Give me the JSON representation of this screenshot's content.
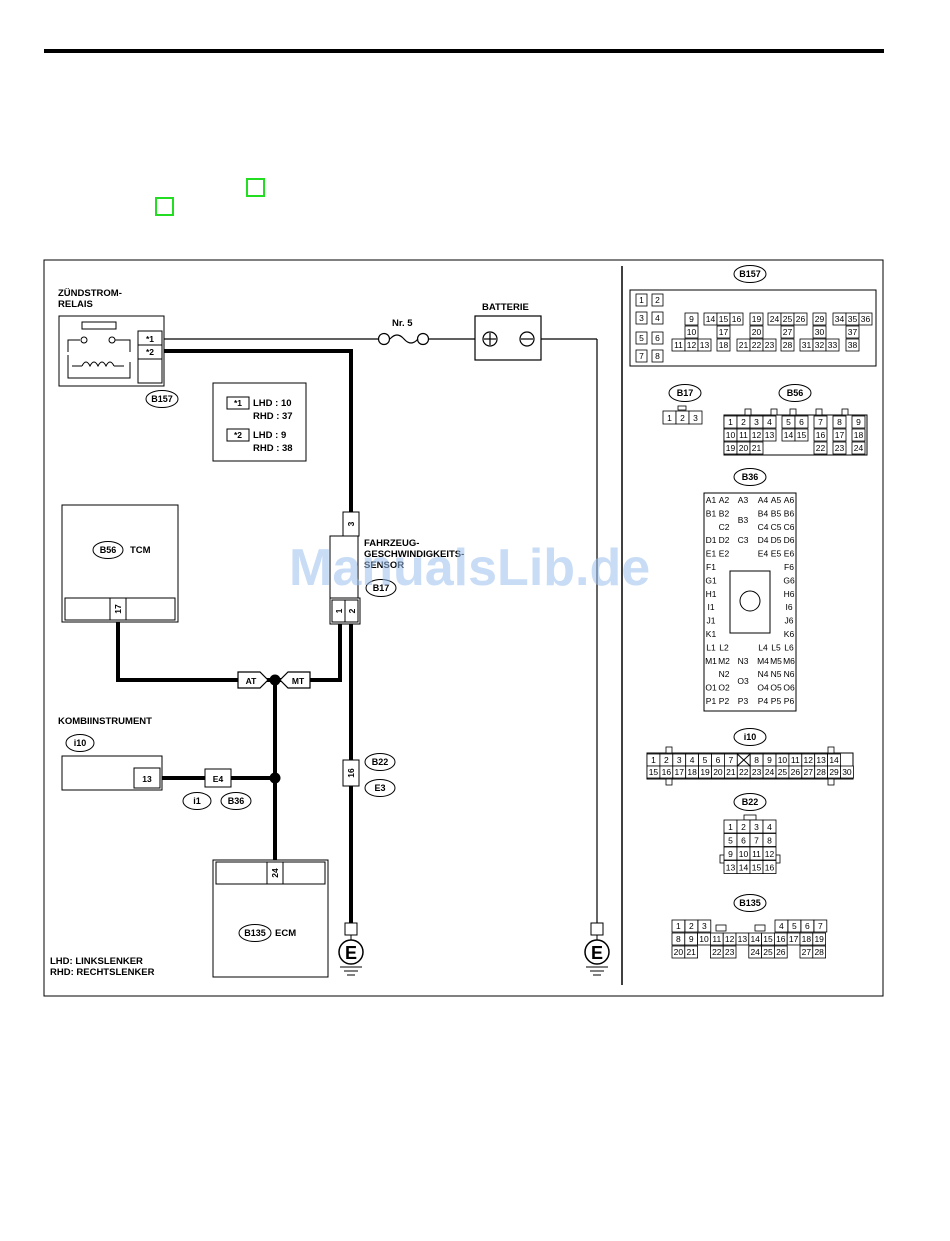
{
  "legend_star1": {
    "star": "*1",
    "lhd": "LHD : 10",
    "rhd": "RHD : 37"
  },
  "legend_star2": {
    "star": "*2",
    "lhd": "LHD : 9",
    "rhd": "RHD : 38"
  },
  "components": {
    "relay_line1": "ZÜNDSTROM-",
    "relay_line2": "RELAIS",
    "battery": "BATTERIE",
    "fuse": "Nr. 5",
    "tcm": "TCM",
    "sensor_line1": "FAHRZEUG-",
    "sensor_line2": "GESCHWINDIGKEITS-",
    "sensor_line3": "SENSOR",
    "combi": "KOMBIINSTRUMENT",
    "ecm": "ECM",
    "ground": "E"
  },
  "connectors": {
    "b157": "B157",
    "b56": "B56",
    "b17": "B17",
    "b22": "B22",
    "e3": "E3",
    "i10": "i10",
    "i1": "i1",
    "b36": "B36",
    "e4": "E4",
    "b135": "B135"
  },
  "pins": {
    "relay_star1": "*1",
    "relay_star2": "*2",
    "sensor_3": "3",
    "sensor_1": "1",
    "sensor_2": "2",
    "tcm_17": "17",
    "combi_13": "13",
    "ecm_24": "24",
    "b22_16": "16"
  },
  "junction": {
    "at": "AT",
    "mt": "MT"
  },
  "footer": {
    "lhd": "LHD: LINKSLENKER",
    "rhd": "RHD: RECHTSLENKER"
  },
  "watermark": "ManualsLib.de",
  "panel_titles": {
    "b157": "B157",
    "b17": "B17",
    "b56": "B56",
    "b36": "B36",
    "i10": "i10",
    "b22": "B22",
    "b135": "B135"
  },
  "b157_grid": [
    [
      "1",
      "2",
      "",
      "",
      "",
      "",
      "",
      "",
      "",
      "",
      "",
      "",
      "",
      "",
      "",
      "",
      "",
      ""
    ],
    [
      "3",
      "4",
      "",
      "9",
      "14",
      "15",
      "16",
      "19",
      "24",
      "25",
      "26",
      "29",
      "34",
      "35",
      "36"
    ],
    [
      "",
      "",
      "",
      "10",
      "",
      "17",
      "",
      "20",
      "",
      "27",
      "",
      "30",
      "",
      "37"
    ],
    [
      "5",
      "6",
      "11",
      "12",
      "13",
      "18",
      "21",
      "22",
      "23",
      "28",
      "31",
      "32",
      "33",
      "38"
    ],
    [
      "7",
      "8"
    ]
  ],
  "b17_pins": [
    "1",
    "2",
    "3"
  ],
  "b56_pins": {
    "row1": [
      "1",
      "2",
      "3",
      "4",
      "5",
      "6",
      "7",
      "8",
      "9"
    ],
    "row2": [
      "10",
      "11",
      "12",
      "13",
      "14",
      "15",
      "16",
      "17",
      "18"
    ],
    "row3": [
      "19",
      "20",
      "21",
      "22",
      "23",
      "24"
    ]
  },
  "b36_pins": {
    "left": [
      "A1",
      "A2",
      "B1",
      "B2",
      "C2",
      "D1",
      "D2",
      "E1",
      "E2",
      "F1",
      "G1",
      "H1",
      "I1",
      "J1",
      "K1",
      "L1",
      "L2",
      "M1",
      "M2",
      "N2",
      "O1",
      "O2",
      "P1",
      "P2"
    ],
    "center": [
      "A3",
      "B3",
      "C3",
      "N3",
      "O3",
      "P3"
    ],
    "right": [
      "A4",
      "A5",
      "A6",
      "B4",
      "B5",
      "B6",
      "C4",
      "C5",
      "C6",
      "D4",
      "D5",
      "D6",
      "E4",
      "E5",
      "E6",
      "F6",
      "G6",
      "H6",
      "I6",
      "J6",
      "K6",
      "L4",
      "L5",
      "L6",
      "M4",
      "M5",
      "M6",
      "N4",
      "N5",
      "N6",
      "O4",
      "O5",
      "O6",
      "P4",
      "P5",
      "P6"
    ]
  },
  "i10_pins": {
    "row1": [
      "1",
      "2",
      "3",
      "4",
      "5",
      "6",
      "7",
      "",
      "8",
      "9",
      "10",
      "11",
      "12",
      "13",
      "14"
    ],
    "row2": [
      "15",
      "16",
      "17",
      "18",
      "19",
      "20",
      "21",
      "22",
      "23",
      "24",
      "25",
      "26",
      "27",
      "28",
      "29",
      "30"
    ]
  },
  "b22_pins": [
    "1",
    "2",
    "3",
    "4",
    "5",
    "6",
    "7",
    "8",
    "9",
    "10",
    "11",
    "12",
    "13",
    "14",
    "15",
    "16"
  ],
  "b135_pins": {
    "row1": [
      "1",
      "2",
      "3",
      "",
      "",
      "",
      "",
      "",
      "",
      "",
      "4",
      "5",
      "6",
      "7"
    ],
    "row2": [
      "8",
      "9",
      "10",
      "11",
      "12",
      "13",
      "14",
      "15",
      "16",
      "17",
      "18",
      "19"
    ],
    "row3": [
      "20",
      "21",
      "",
      "22",
      "23",
      "",
      "24",
      "25",
      "26",
      "",
      "27",
      "28"
    ]
  },
  "colors": {
    "wire": "#000000",
    "marker": "#22dd22",
    "watermark": "#9cc1ee"
  }
}
